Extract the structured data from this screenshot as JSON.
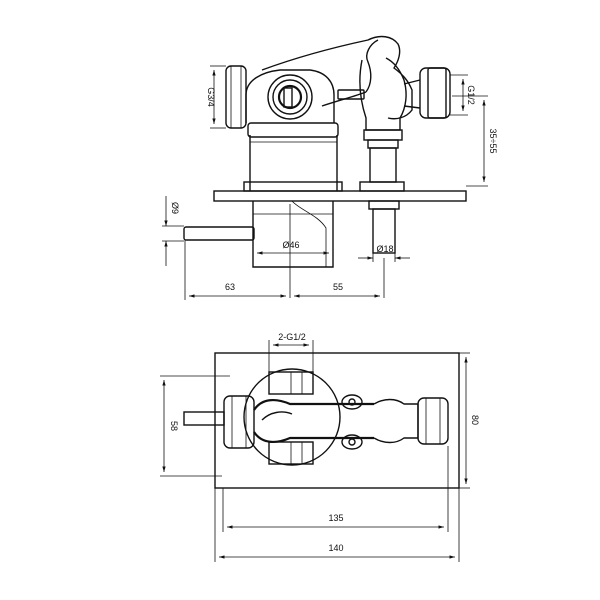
{
  "dimensions": {
    "g34": "G3/4",
    "g12": "G1/2",
    "d35_55": "35÷55",
    "d9": "Ø9",
    "d46": "Ø46",
    "d18": "Ø18",
    "d63": "63",
    "d55": "55",
    "d2g12": "2-G1/2",
    "d58": "58",
    "d80": "80",
    "d135": "135",
    "d140": "140"
  }
}
